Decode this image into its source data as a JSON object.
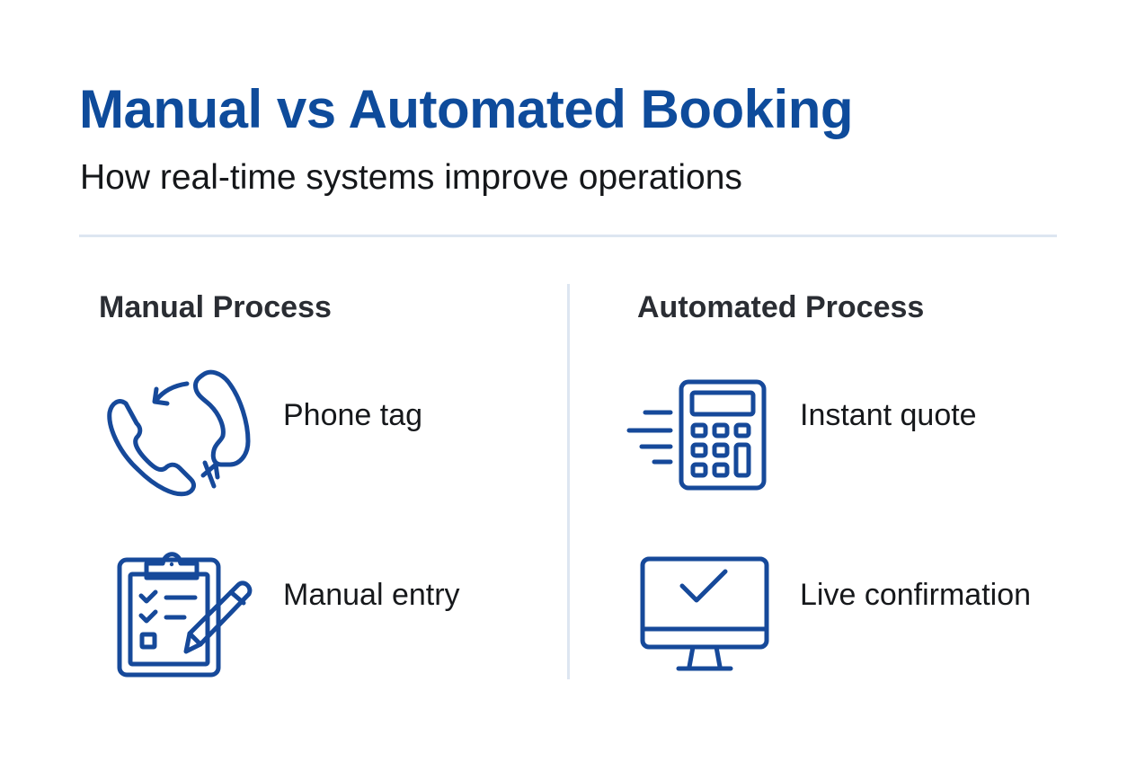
{
  "header": {
    "title": "Manual vs Automated Booking",
    "subtitle": "How real-time systems improve operations"
  },
  "colors": {
    "title": "#0e4b9b",
    "icon_stroke": "#16499a",
    "section_header": "#2a2d33",
    "divider": "#dde6f1",
    "text": "#16181b"
  },
  "columns": [
    {
      "header": "Manual Process",
      "items": [
        {
          "icon": "phone-tag-icon",
          "label": "Phone tag"
        },
        {
          "icon": "clipboard-checklist-pencil-icon",
          "label": "Manual entry"
        }
      ]
    },
    {
      "header": "Automated Process",
      "items": [
        {
          "icon": "calculator-speed-icon",
          "label": "Instant quote"
        },
        {
          "icon": "monitor-checkmark-icon",
          "label": "Live confirmation"
        }
      ]
    }
  ]
}
